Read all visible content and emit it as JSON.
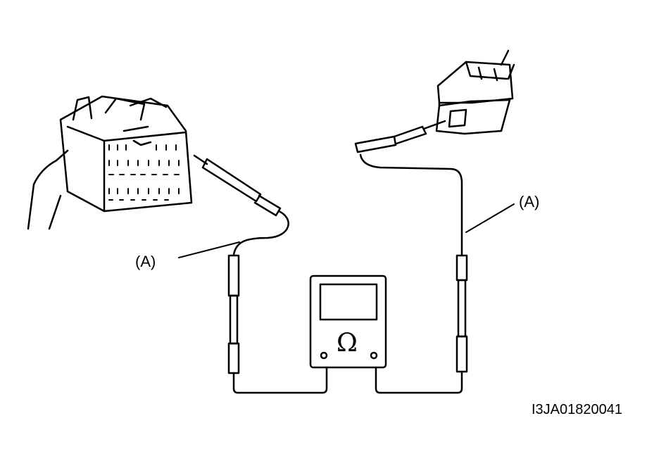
{
  "diagram": {
    "probe_label_left": "(A)",
    "probe_label_right": "(A)",
    "meter_symbol": "Ω",
    "figure_id": "I3JA01820041"
  },
  "icons": {
    "meter": "ohmmeter-icon",
    "left_connector": "multi-pin-connector-icon",
    "right_connector": "two-pin-connector-icon",
    "hand": "hand-icon"
  }
}
